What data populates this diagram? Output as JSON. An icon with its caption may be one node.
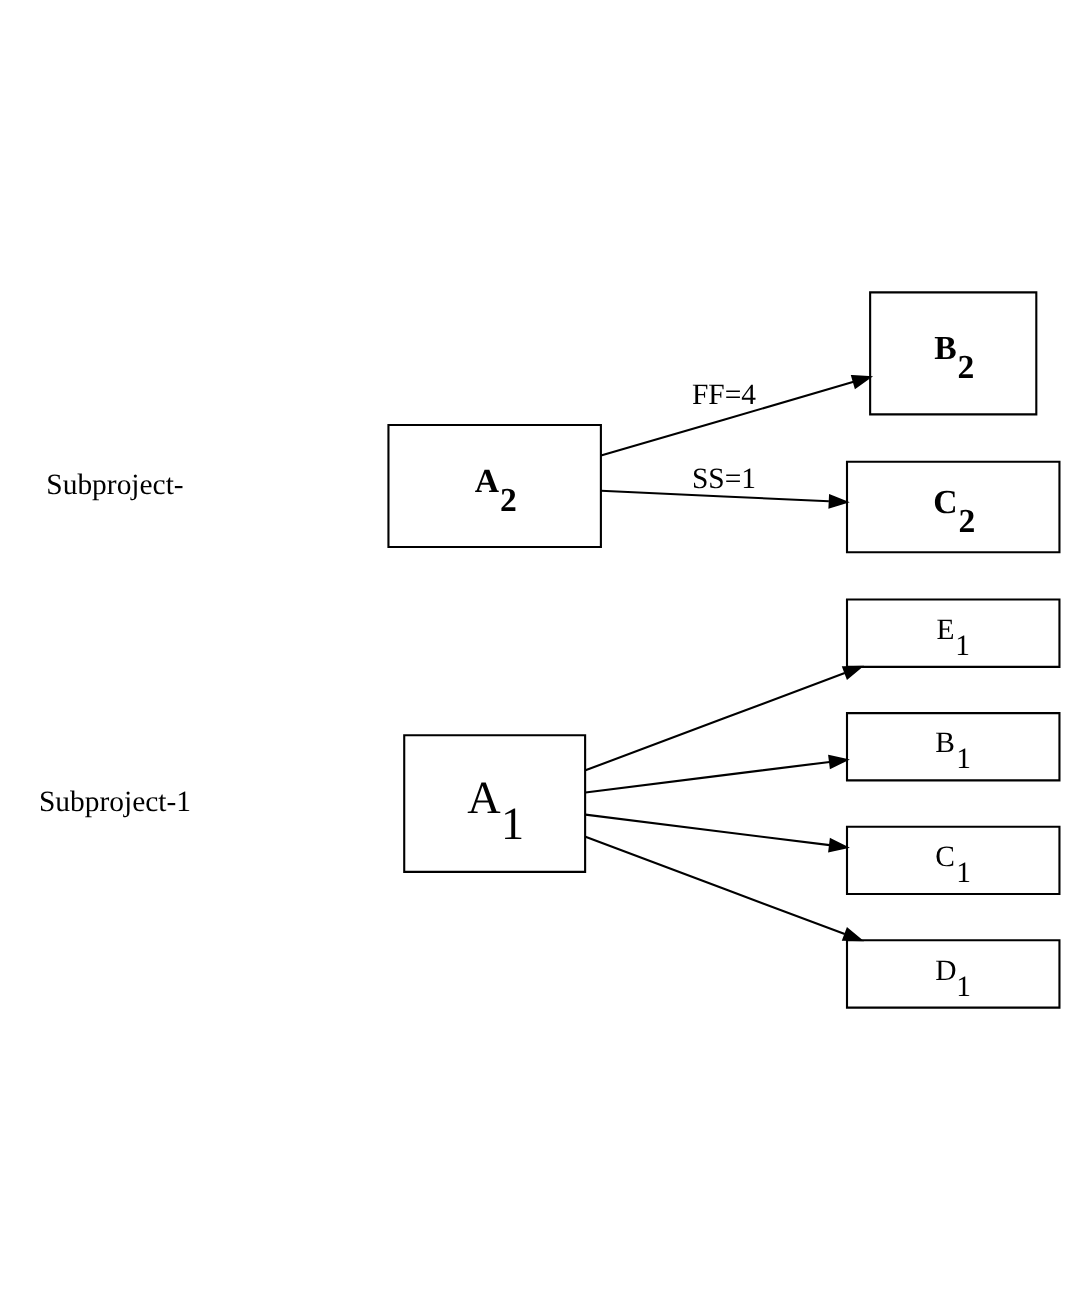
{
  "diagram": {
    "nodes": [
      {
        "text": [
          "A$_{1}$"
        ]
      },
      {
        "text": [
          "B$_{1}$"
        ]
      },
      {
        "text": [
          "C$_{1}$"
        ]
      },
      {
        "text": [
          "D$_{1}$"
        ]
      },
      {
        "text": [
          "E$_{1}$"
        ]
      },
      {
        "text": [
          "A$_{2}$"
        ]
      },
      {
        "text": [
          "B$_{2}$"
        ]
      },
      {
        "text": [
          "C$_{2}$"
        ]
      }
    ],
    "edges": [
      {
        "from": 0,
        "to": 1,
        "arrow": "to"
      },
      {
        "from": 0,
        "to": 2,
        "arrow": "to"
      },
      {
        "from": 0,
        "to": 3,
        "arrow": "to"
      },
      {
        "from": 0,
        "to": 4,
        "arrow": "to"
      },
      {
        "from": 5,
        "to": 6,
        "arrow": "to",
        "label": "FF=4"
      },
      {
        "from": 5,
        "to": 7,
        "arrow": "to",
        "label": "SS=1"
      }
    ],
    "labels": [
      "Subproject-1",
      "Subproject-"
    ]
  }
}
